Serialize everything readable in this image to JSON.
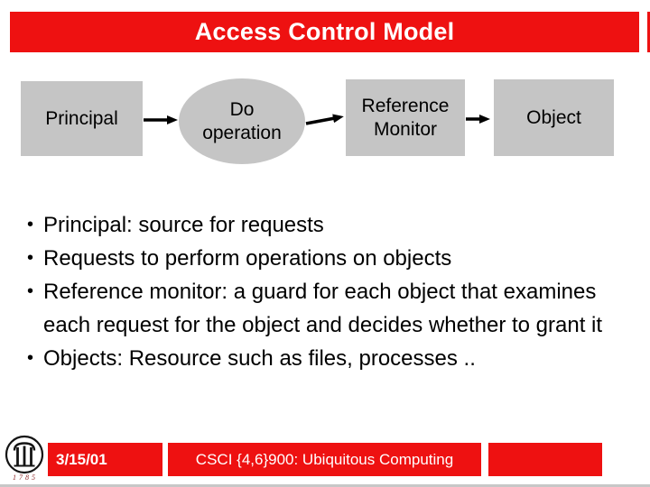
{
  "slide": {
    "title": "Access Control Model",
    "diagram": {
      "principal": "Principal",
      "operation_line1": "Do",
      "operation_line2": "operation",
      "monitor_line1": "Reference",
      "monitor_line2": "Monitor",
      "object": "Object"
    },
    "bullet_char": "•",
    "bullets": [
      "Principal: source for requests",
      "Requests to perform operations on objects",
      "Reference monitor: a guard for each object that examines each request for the object and decides whether to grant it",
      "Objects: Resource such as files, processes .."
    ],
    "footer": {
      "date": "3/15/01",
      "course": "CSCI {4,6}900: Ubiquitous Computing",
      "logo_year": "1785"
    },
    "colors": {
      "accent_red": "#ee1111",
      "shape_gray": "#c5c5c5",
      "title_text": "#ffffff",
      "body_text": "#000000"
    }
  }
}
